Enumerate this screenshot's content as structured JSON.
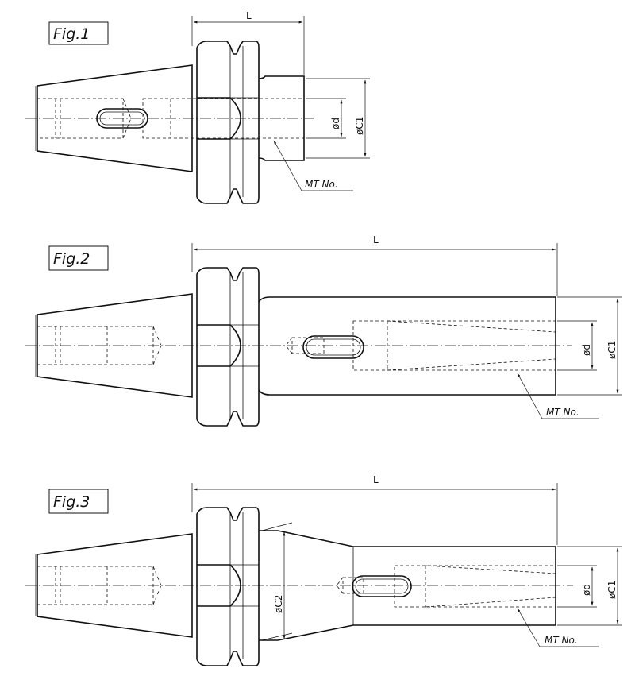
{
  "figures": [
    {
      "title": "Fig.1",
      "dims": {
        "length": "L",
        "bore": "ød",
        "outer": "øC1"
      },
      "taper_note": "MT No."
    },
    {
      "title": "Fig.2",
      "dims": {
        "length": "L",
        "bore": "ød",
        "outer": "øC1"
      },
      "taper_note": "MT No."
    },
    {
      "title": "Fig.3",
      "dims": {
        "length": "L",
        "bore": "ød",
        "outer": "øC1",
        "neck": "øC2"
      },
      "taper_note": "MT No."
    }
  ]
}
